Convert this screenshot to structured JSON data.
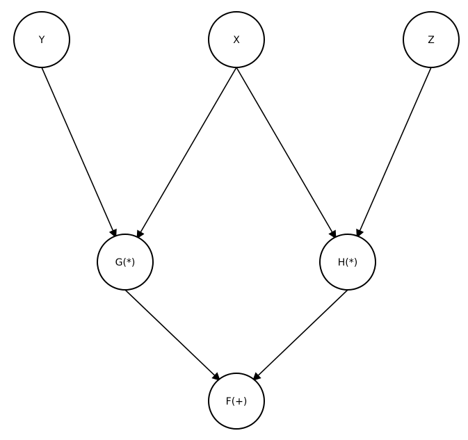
{
  "diagram": {
    "type": "directed-graph",
    "nodes": [
      {
        "id": "Y",
        "label": "Y"
      },
      {
        "id": "X",
        "label": "X"
      },
      {
        "id": "Z",
        "label": "Z"
      },
      {
        "id": "G",
        "label": "G(*)"
      },
      {
        "id": "H",
        "label": "H(*)"
      },
      {
        "id": "F",
        "label": "F(+)"
      }
    ],
    "edges": [
      {
        "from": "Y",
        "to": "G"
      },
      {
        "from": "X",
        "to": "G"
      },
      {
        "from": "X",
        "to": "H"
      },
      {
        "from": "Z",
        "to": "H"
      },
      {
        "from": "G",
        "to": "F"
      },
      {
        "from": "H",
        "to": "F"
      }
    ],
    "colors": {
      "stroke": "#000000",
      "fill": "#ffffff",
      "background": "#ffffff"
    }
  }
}
